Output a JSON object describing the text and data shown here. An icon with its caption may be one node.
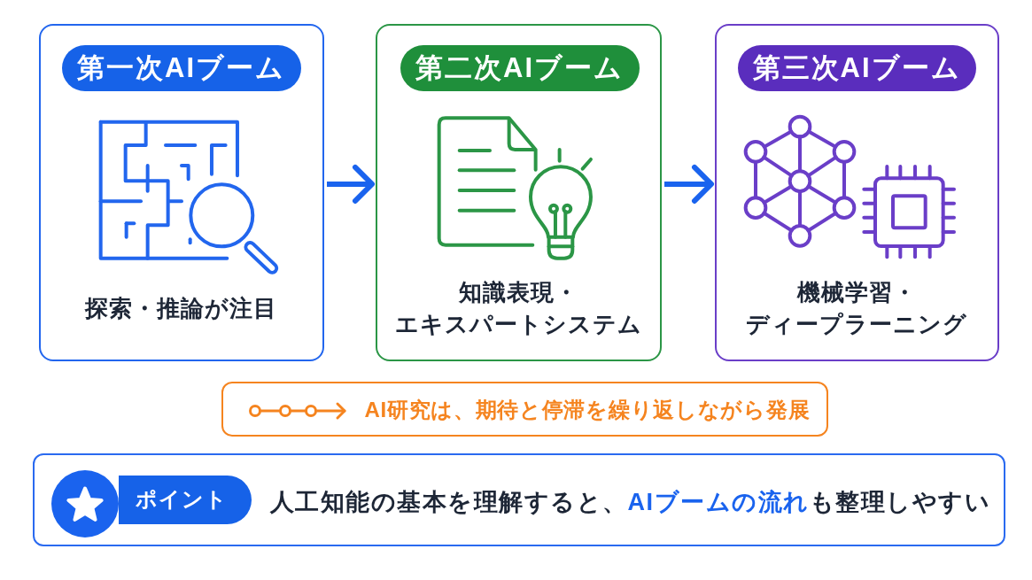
{
  "diagram": {
    "nodes": [
      {
        "text": [
          "探索・推論が注目"
        ]
      },
      {
        "text": [
          "第一次AIブーム"
        ],
        "in": 0
      },
      {
        "text": [
          "知識表現・エキスパートシステム"
        ]
      },
      {
        "text": [
          "第二次AIブーム"
        ],
        "in": 2
      },
      {
        "text": [
          "機械学習・ディープラーニング"
        ]
      },
      {
        "text": [
          "第三次AIブーム"
        ],
        "in": 4
      },
      {
        "text": [
          "AI研究は、期待と停滞を繰り返しながら発展"
        ]
      },
      {
        "text": [
          "人工知能の基本を理解すると、**AIブームの流れ**も整理しやすい"
        ]
      },
      {
        "text": [
          "ポイント"
        ],
        "in": 7
      }
    ],
    "edges": [
      {
        "from": 0,
        "to": 2,
        "arrow": "to"
      },
      {
        "from": 2,
        "to": 4,
        "arrow": "to"
      }
    ]
  }
}
